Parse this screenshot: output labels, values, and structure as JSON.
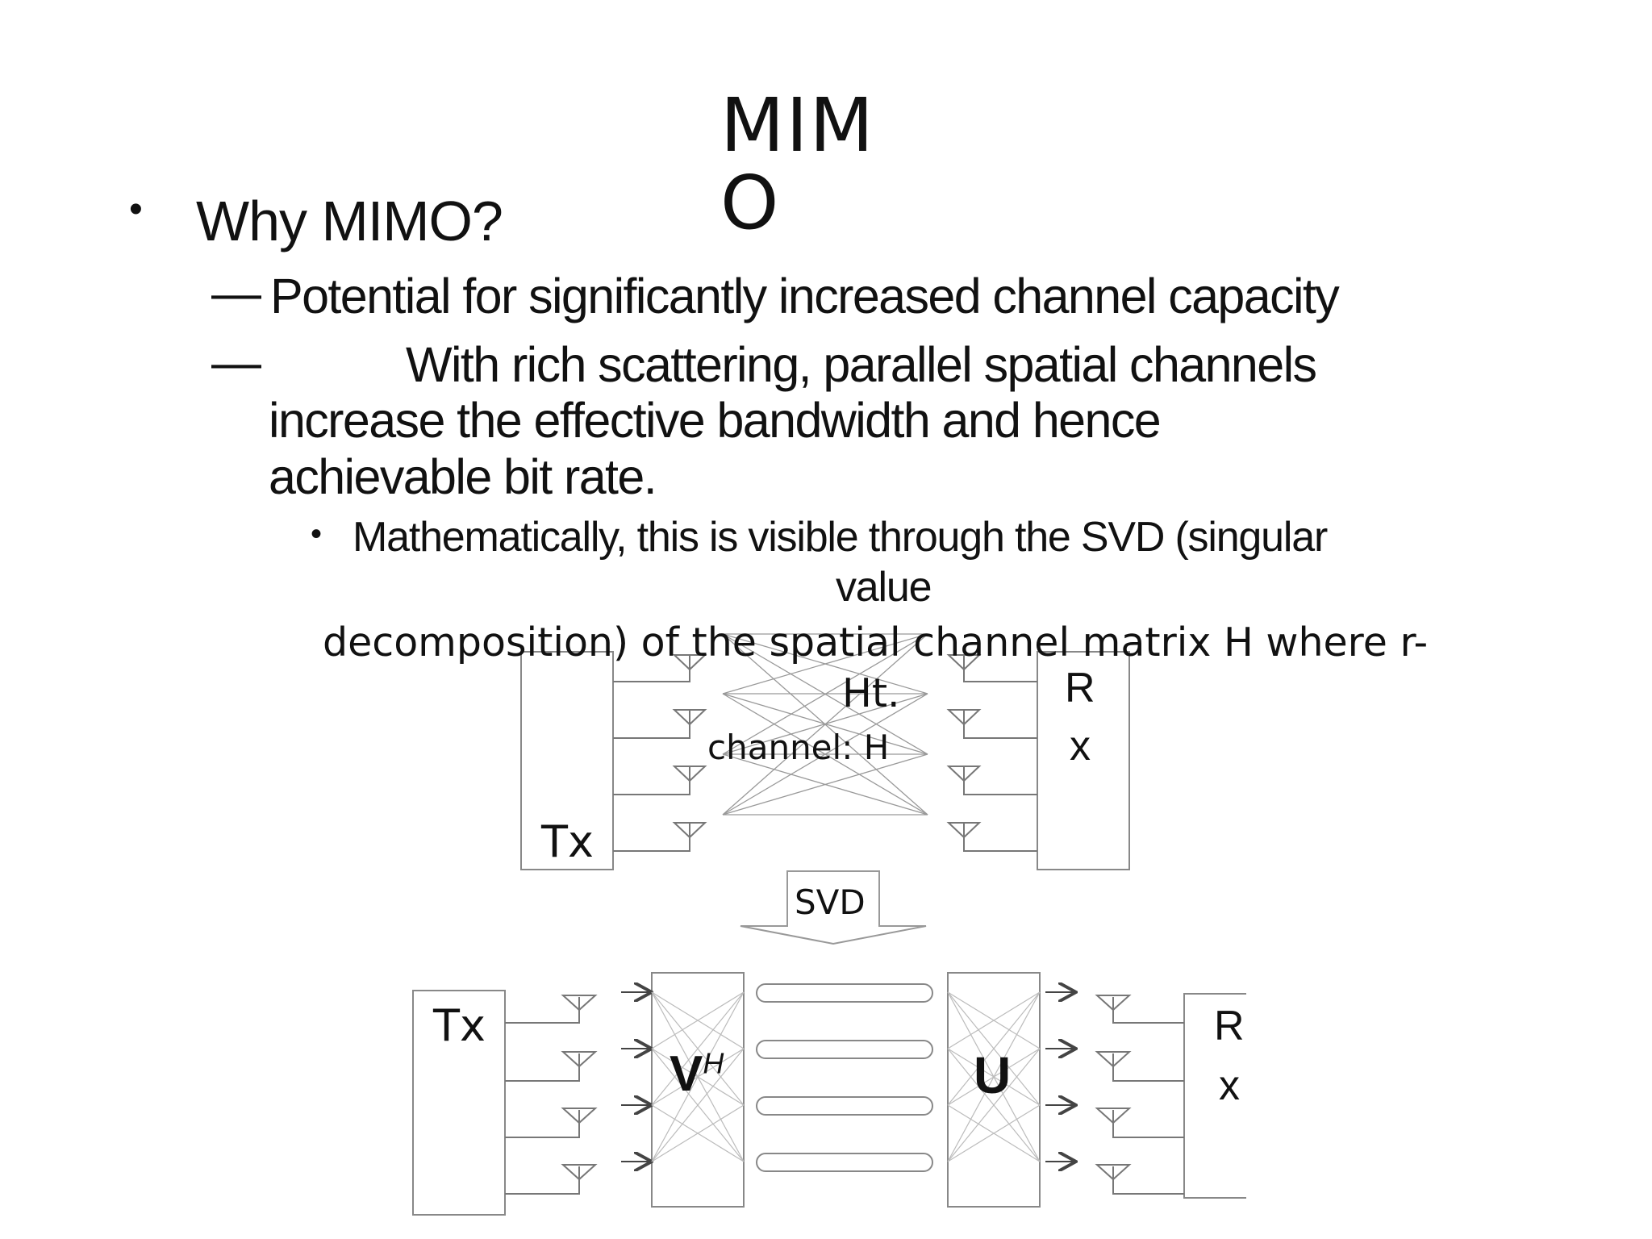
{
  "slide": {
    "title_line1": "MIM",
    "title_line2": "O",
    "bullet1": "Why MIMO?",
    "dash1": "Potential for significantly increased channel capacity",
    "dash2_line1": "With rich scattering, parallel spatial channels",
    "dash2_line2": "increase the effective bandwidth and hence",
    "dash2_line3": "achievable bit rate.",
    "sub_line1": "Mathematically, this is visible through the SVD (singular",
    "sub_line2": "value",
    "sub_line3": "decomposition) of the spatial channel matrix H where r-",
    "sub_line4": "Ht.",
    "channel_label": "channel: H",
    "dash_glyph": "—",
    "bullet_glyph": "•"
  },
  "diagram": {
    "top_tx": "Tx",
    "top_rx_1": "R",
    "top_rx_2": "x",
    "svd_label": "SVD",
    "bottom_tx": "Tx",
    "bottom_rx_1": "R",
    "bottom_rx_2": "x",
    "vh_label": "V",
    "vh_sup": "H",
    "u_label": "U"
  }
}
